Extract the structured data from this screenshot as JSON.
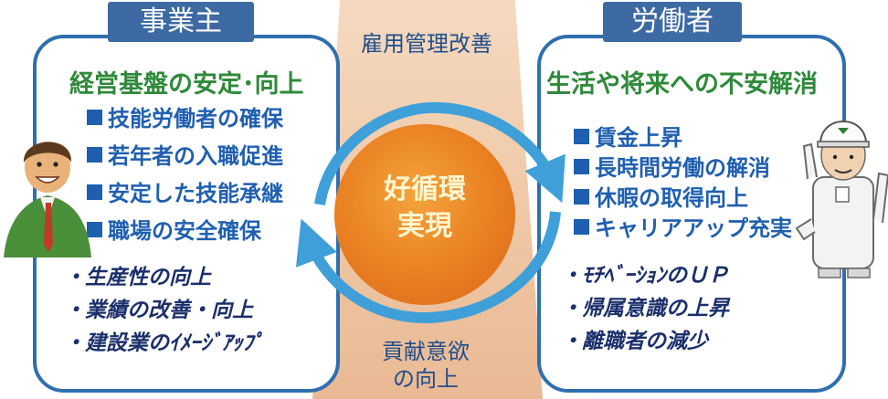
{
  "center": {
    "top_label": "雇用管理改善",
    "bottom_label_line1": "貢献意欲",
    "bottom_label_line2": "の向上",
    "circle_line1": "好循環",
    "circle_line2": "実現"
  },
  "employer": {
    "title": "事業主",
    "headline": "経営基盤の安定･向上",
    "bullets": [
      "技能労働者の確保",
      "若年者の入職促進",
      "安定した技能承継",
      "職場の安全確保"
    ],
    "outcomes": [
      "・生産性の向上",
      "・業績の改善・向上",
      "・建設業のｲﾒｰｼﾞｱｯﾌﾟ"
    ]
  },
  "worker": {
    "title": "労働者",
    "headline": "生活や将来への不安解消",
    "bullets": [
      "賃金上昇",
      "長時間労働の解消",
      "休暇の取得向上",
      "キャリアアップ充実"
    ],
    "outcomes": [
      "・ﾓﾁﾍﾞｰｼｮﾝのＵＰ",
      "・帰属意識の上昇",
      "・離職者の減少"
    ]
  },
  "colors": {
    "panel_border": "#2f6fae",
    "tab_fill": "#3d6aa3",
    "headline_green": "#2f8a3a",
    "bullet_blue": "#1f5fb0",
    "circle_orange": "#e97f22",
    "arrow_blue": "#3fa0d9"
  },
  "icons": [
    "employer-person-icon",
    "worker-person-icon"
  ]
}
